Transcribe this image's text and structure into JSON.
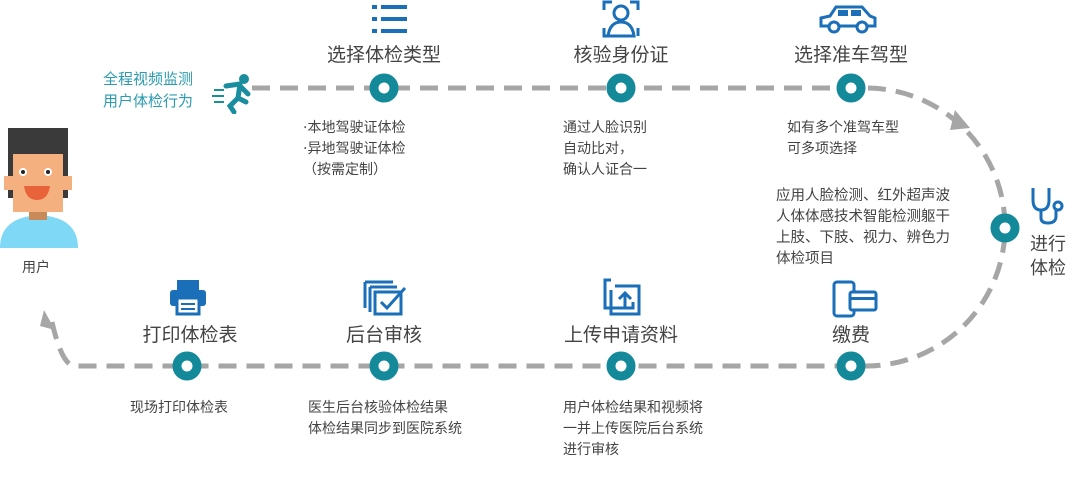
{
  "colors": {
    "teal": "#14899a",
    "blue": "#1a6fb8",
    "dash": "#a6a6a6",
    "text": "#444444",
    "monitor": "#2a9bb0"
  },
  "monitor": {
    "line1": "全程视频监测",
    "line2": "用户体检行为"
  },
  "user": {
    "label": "用户"
  },
  "steps": [
    {
      "title": "选择体检类型",
      "icon": "list-icon",
      "desc": [
        "·本地驾驶证体检",
        "·异地驾驶证体检",
        "（按需定制）"
      ]
    },
    {
      "title": "核验身份证",
      "icon": "face-scan-icon",
      "desc": [
        "通过人脸识别",
        "自动比对，",
        "确认人证合一"
      ]
    },
    {
      "title": "选择准车驾型",
      "icon": "car-icon",
      "desc": [
        "如有多个准驾车型",
        "可多项选择"
      ]
    },
    {
      "title": "进行体检",
      "title_lines": [
        "进行",
        "体检"
      ],
      "icon": "stethoscope-icon",
      "desc": [
        "应用人脸检测、红外超声波",
        "人体体感技术智能检测躯干",
        "上肢、下肢、视力、辨色力",
        "体检项目"
      ]
    },
    {
      "title": "缴费",
      "icon": "payment-icon",
      "desc": []
    },
    {
      "title": "上传申请资料",
      "icon": "upload-icon",
      "desc": [
        "用户体检结果和视频将",
        "一并上传医院后台系统",
        "进行审核"
      ]
    },
    {
      "title": "后台审核",
      "icon": "review-check-icon",
      "desc": [
        "医生后台核验体检结果",
        "体检结果同步到医院系统"
      ]
    },
    {
      "title": "打印体检表",
      "icon": "printer-icon",
      "desc": [
        "现场打印体检表"
      ]
    }
  ]
}
